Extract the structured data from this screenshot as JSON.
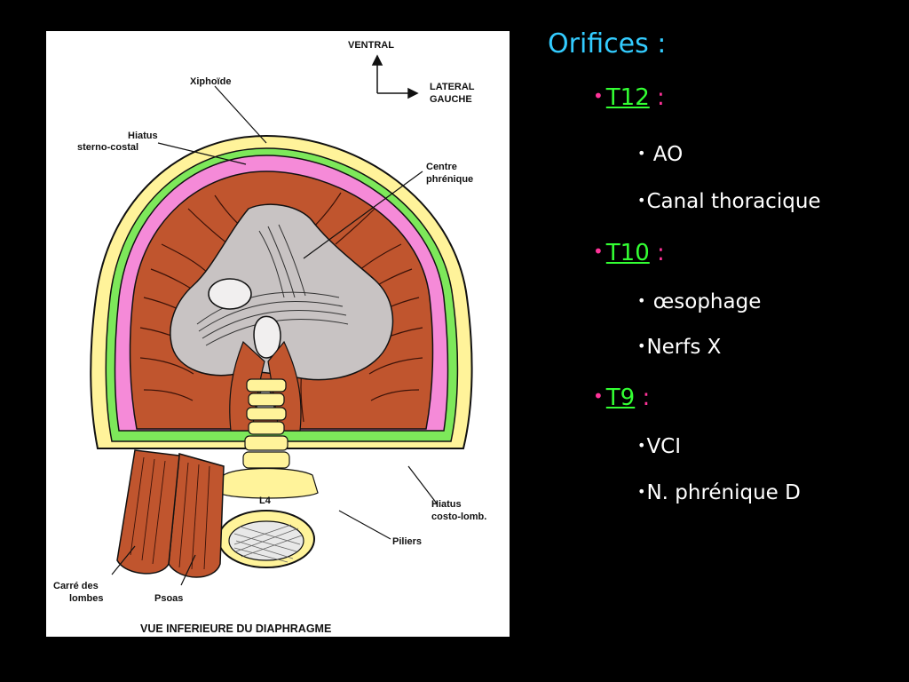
{
  "diagram": {
    "labels": {
      "ventral": "VENTRAL",
      "lateral_line1": "LATERAL",
      "lateral_line2": "GAUCHE",
      "xiphoide": "Xiphoïde",
      "hiatus_sc_line1": "Hiatus",
      "hiatus_sc_line2": "sterno-costal",
      "centre_line1": "Centre",
      "centre_line2": "phrénique",
      "hiatus_cl_line1": "Hiatus",
      "hiatus_cl_line2": "costo-lomb.",
      "piliers": "Piliers",
      "carre_line1": "Carré des",
      "carre_line2": "lombes",
      "psoas": "Psoas",
      "l4": "L4"
    },
    "caption": "VUE INFERIEURE DU DIAPHRAGME",
    "colors": {
      "muscle": "#c0552e",
      "tendon": "#c8c3c3",
      "pleura": "#f58ad8",
      "rib": "#fff39a",
      "nerve": "#7de85a"
    }
  },
  "slide": {
    "title": "Orifices :",
    "bullet_char": "•",
    "groups": [
      {
        "level": "T12",
        "sep": " :",
        "items": [
          " AO",
          "Canal thoracique"
        ]
      },
      {
        "level": "T10",
        "sep": " :",
        "items": [
          " œsophage",
          "Nerfs X"
        ]
      },
      {
        "level": "T9",
        "sep": " :",
        "items": [
          "VCI",
          "N. phrénique D"
        ]
      }
    ],
    "colors": {
      "title": "#33ccff",
      "level_key": "#33ff33",
      "level_bullet": "#ff3399",
      "item_text": "#ffffff",
      "background": "#000000"
    }
  }
}
